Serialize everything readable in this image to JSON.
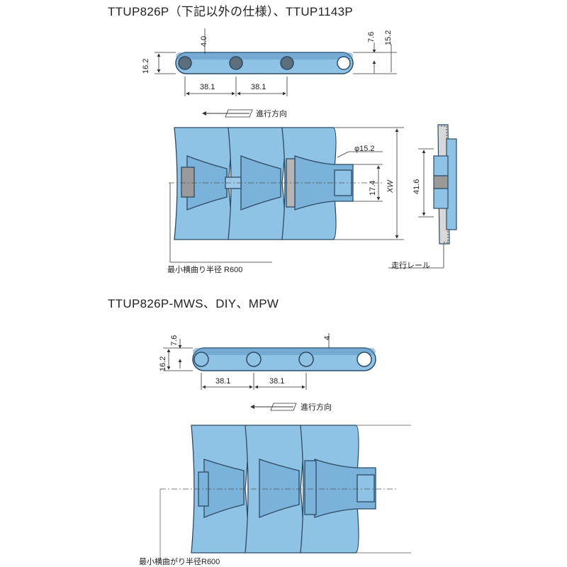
{
  "titles": {
    "top": "TTUP826P（下記以外の仕様）、TTUP1143P",
    "bottom": "TTUP826P-MWS、DIY、MPW"
  },
  "top_side_view": {
    "height_total": "16.2",
    "pin_offset": "4.0",
    "thickness": "7.6",
    "height_right": "15.2",
    "pitch_1": "38.1",
    "pitch_2": "38.1"
  },
  "top_plan_view": {
    "direction": "進行方向",
    "pin_diameter": "φ15.2",
    "pin_width": "17.4",
    "width_label": "XW",
    "rail_width": "41.6",
    "radius_note": "最小横曲り半径 R600",
    "rail_note": "走行レール"
  },
  "bottom_side_view": {
    "height_total": "16.2",
    "thickness": "7.6",
    "pin_offset": "4",
    "pitch_1": "38.1",
    "pitch_2": "38.1"
  },
  "bottom_plan_view": {
    "direction": "進行方向",
    "radius_note": "最小横曲がり半径R600"
  },
  "colors": {
    "chain_fill": "#8fc3e6",
    "chain_dark": "#5b93bd",
    "outline": "#2c4a66",
    "dim_line": "#333333",
    "pin_gray": "#9a9a9a"
  }
}
